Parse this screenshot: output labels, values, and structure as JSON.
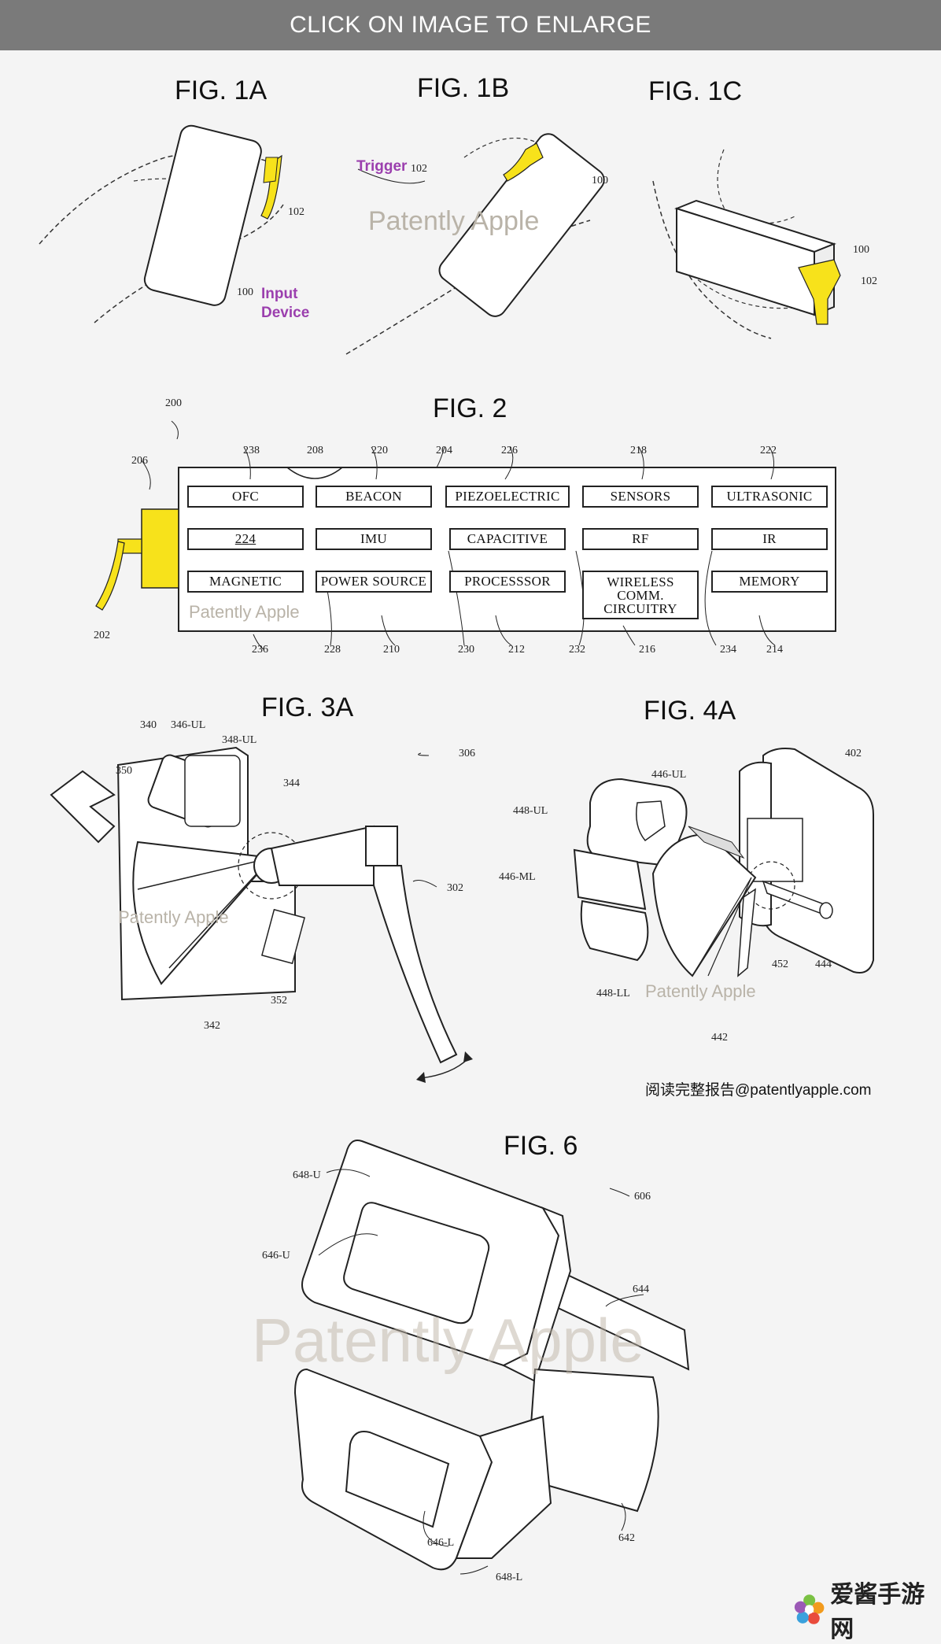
{
  "banner": {
    "text": "CLICK ON IMAGE TO ENLARGE"
  },
  "figures": {
    "fig1a": {
      "title": "FIG. 1A",
      "label_102": "102",
      "label_100": "100",
      "input_device_line1": "Input",
      "input_device_line2": "Device"
    },
    "fig1b": {
      "title": "FIG. 1B",
      "trigger": "Trigger",
      "label_102": "102",
      "label_100": "100"
    },
    "fig1c": {
      "title": "FIG. 1C",
      "label_100": "100",
      "label_102": "102"
    },
    "fig2": {
      "title": "FIG. 2",
      "ref_200": "200",
      "ref_206": "206",
      "ref_202": "202",
      "top_refs": [
        "238",
        "208",
        "220",
        "204",
        "226",
        "218",
        "222"
      ],
      "bottom_refs": [
        "236",
        "228",
        "210",
        "230",
        "212",
        "232",
        "216",
        "234",
        "214"
      ],
      "boxes": [
        "OFC",
        "BEACON",
        "PIEZOELECTRIC",
        "SENSORS",
        "ULTRASONIC",
        "224",
        "IMU",
        "CAPACITIVE",
        "RF",
        "IR",
        "MAGNETIC",
        "POWER SOURCE",
        "PROCESSSOR",
        "WIRELESS",
        "COMM.",
        "CIRCUITRY",
        "MEMORY"
      ]
    },
    "fig3a": {
      "title": "FIG. 3A",
      "labels": [
        "340",
        "346-UL",
        "348-UL",
        "350",
        "344",
        "306",
        "302",
        "352",
        "342"
      ]
    },
    "fig4a": {
      "title": "FIG. 4A",
      "labels": [
        "402",
        "446-UL",
        "448-UL",
        "446-ML",
        "448-LL",
        "452",
        "444",
        "442"
      ]
    },
    "fig6": {
      "title": "FIG. 6",
      "labels": [
        "648-U",
        "606",
        "646-U",
        "644",
        "642",
        "646-L",
        "648-L"
      ]
    }
  },
  "watermark": "Patently Apple",
  "footer": {
    "url_text": "阅读完整报告@patentlyapple.com"
  },
  "logo": {
    "text": "爱酱手游网"
  },
  "colors": {
    "banner": "#7a7a7a",
    "accent_yellow": "#f7e21b",
    "label_purple": "#9b3fae",
    "background": "#f4f4f4"
  }
}
